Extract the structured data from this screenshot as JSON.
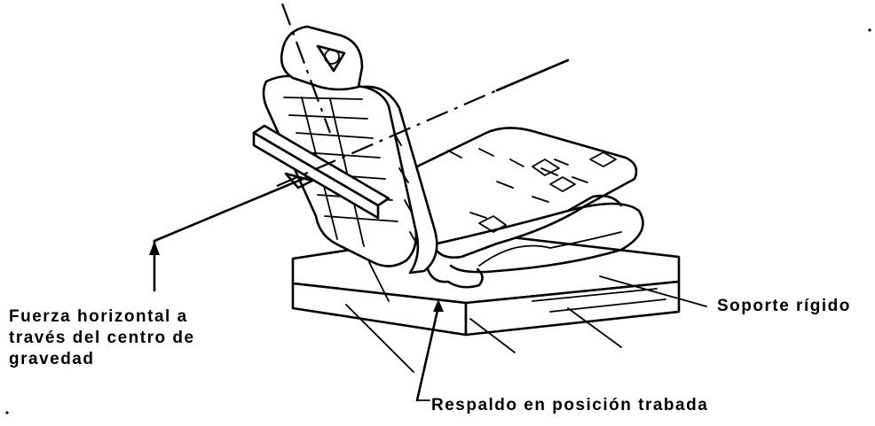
{
  "labels": {
    "horizontal_force": [
      "Fuerza horizontal a",
      "través del centro de",
      "gravedad"
    ],
    "rigid_support": "Soporte rígido",
    "backrest_locked": "Respaldo en posición trabada"
  }
}
